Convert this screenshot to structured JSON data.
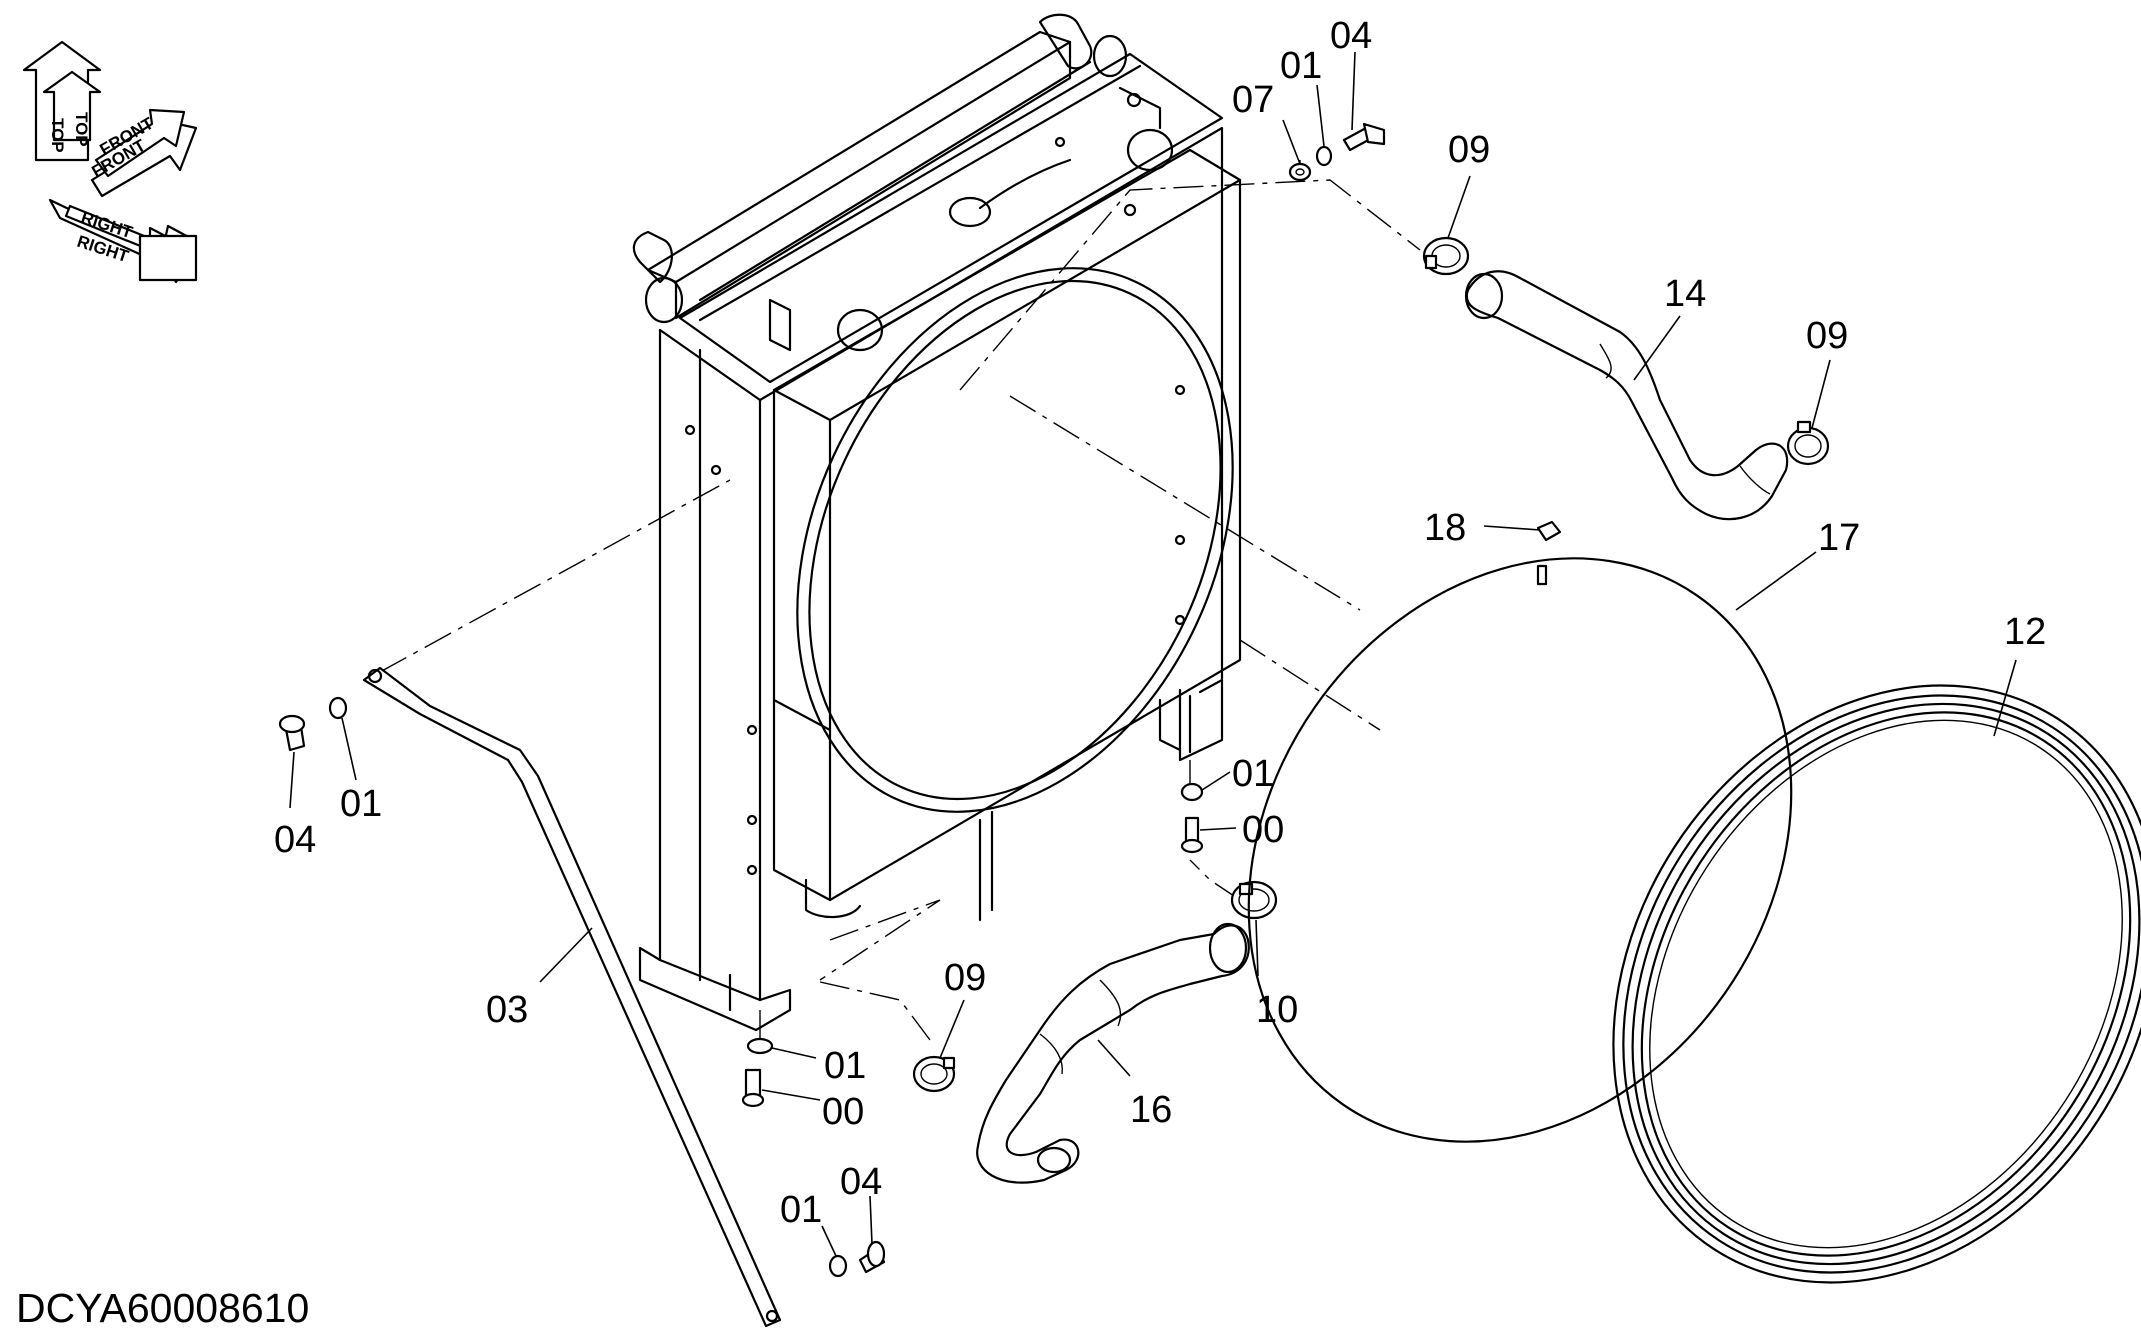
{
  "orientation_key": {
    "top_label": "TOP",
    "front_label": "FRONT",
    "right_label": "RIGHT"
  },
  "parts": {
    "p00_a": "00",
    "p00_b": "00",
    "p01_a": "01",
    "p01_b": "01",
    "p01_c": "01",
    "p01_d": "01",
    "p01_e": "01",
    "p03": "03",
    "p04_a": "04",
    "p04_b": "04",
    "p04_c": "04",
    "p07": "07",
    "p09_a": "09",
    "p09_b": "09",
    "p09_c": "09",
    "p10": "10",
    "p12": "12",
    "p14": "14",
    "p16": "16",
    "p17": "17",
    "p18": "18"
  },
  "drawing_code": "DCYA60008610"
}
